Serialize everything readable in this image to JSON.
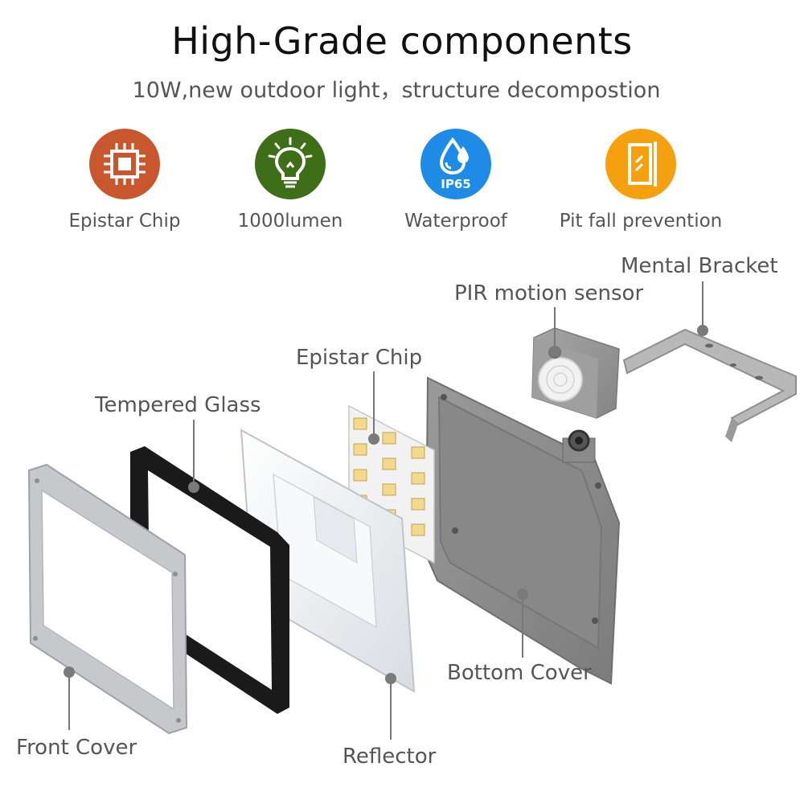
{
  "header": {
    "title": "High-Grade components",
    "subtitle": "10W,new outdoor light，structure decompostion"
  },
  "features": [
    {
      "label": "Epistar Chip",
      "icon": "chip-icon",
      "color": "#C9572E"
    },
    {
      "label": "1000lumen",
      "icon": "bulb-icon",
      "color": "#3E6E17"
    },
    {
      "label": "Waterproof",
      "icon": "water-drop-icon",
      "color": "#1E8BE6",
      "badge": "IP65"
    },
    {
      "label": "Pit fall prevention",
      "icon": "door-icon",
      "color": "#F5A10F"
    }
  ],
  "parts": {
    "bracket": "Mental Bracket",
    "sensor": "PIR motion sensor",
    "chip": "Epistar Chip",
    "glass": "Tempered Glass",
    "front_cover": "Front Cover",
    "reflector": "Reflector",
    "bottom_cover": "Bottom Cover"
  }
}
